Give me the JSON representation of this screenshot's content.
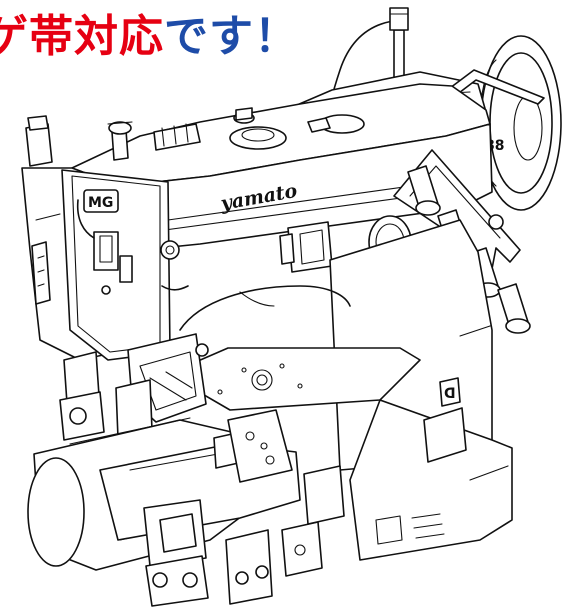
{
  "headline": {
    "part_red": "ゲ帯対応",
    "part_blue": "です！",
    "color_red": "#e60012",
    "color_blue": "#1e4ca8"
  },
  "machine": {
    "brand_label": "yamato",
    "badge_label": "MG"
  }
}
